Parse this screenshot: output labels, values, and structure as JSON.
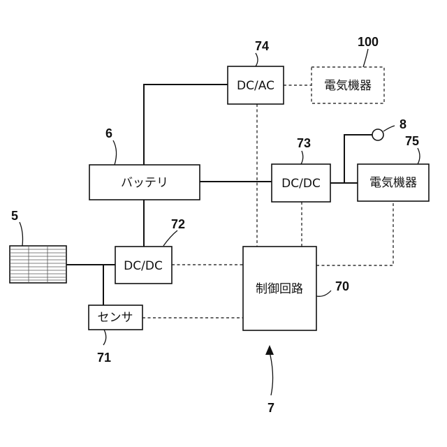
{
  "boxes": {
    "battery": "バッテリ",
    "dcdc72": "DC/DC",
    "dcdc73": "DC/DC",
    "dcac74": "DC/AC",
    "appliance75": "電気機器",
    "appliance100": "電気機器",
    "controller70": "制御回路",
    "sensor71": "センサ"
  },
  "refs": {
    "solar": "5",
    "battery": "6",
    "system": "7",
    "terminal": "8",
    "controller": "70",
    "sensor": "71",
    "dcdc72": "72",
    "dcdc73": "73",
    "dcac74": "74",
    "appliance75": "75",
    "appliance100": "100"
  }
}
